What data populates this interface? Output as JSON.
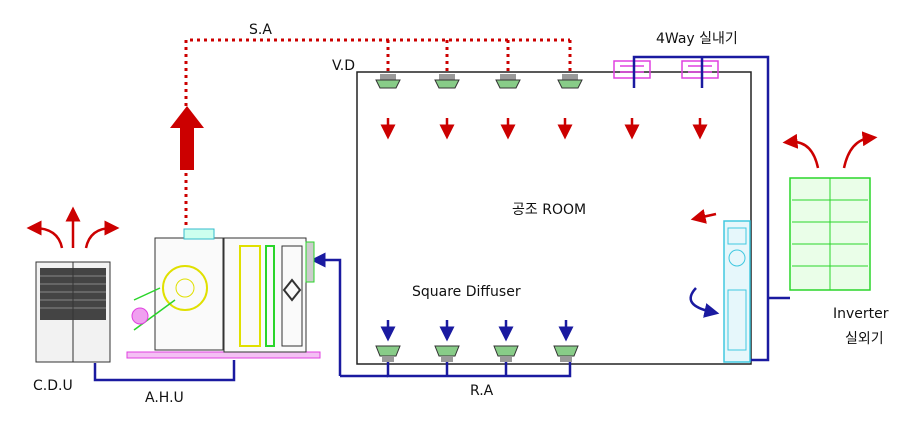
{
  "labels": {
    "sa": "S.A",
    "vd": "V.D",
    "four_way": "4Way 실내기",
    "room": "공조 ROOM",
    "square_diffuser": "Square Diffuser",
    "inverter_line1": "Inverter",
    "inverter_line2": "실외기",
    "cdu": "C.D.U",
    "ahu": "A.H.U",
    "ra": "R.A"
  },
  "colors": {
    "supply_air": "#cc0000",
    "return_duct": "#1a1aa0",
    "equipment_green": "#2ad52a",
    "cassette": "#e040e0",
    "wall_unit": "#40c8e0",
    "room_outline": "#222222"
  },
  "icons": {
    "cdu": "condensing-unit-icon",
    "ahu": "air-handling-unit-icon",
    "inverter": "inverter-outdoor-unit-icon",
    "cassette": "4way-cassette-icon",
    "diffuser": "square-diffuser-icon",
    "wall_unit": "wall-mounted-indoor-unit-icon"
  }
}
